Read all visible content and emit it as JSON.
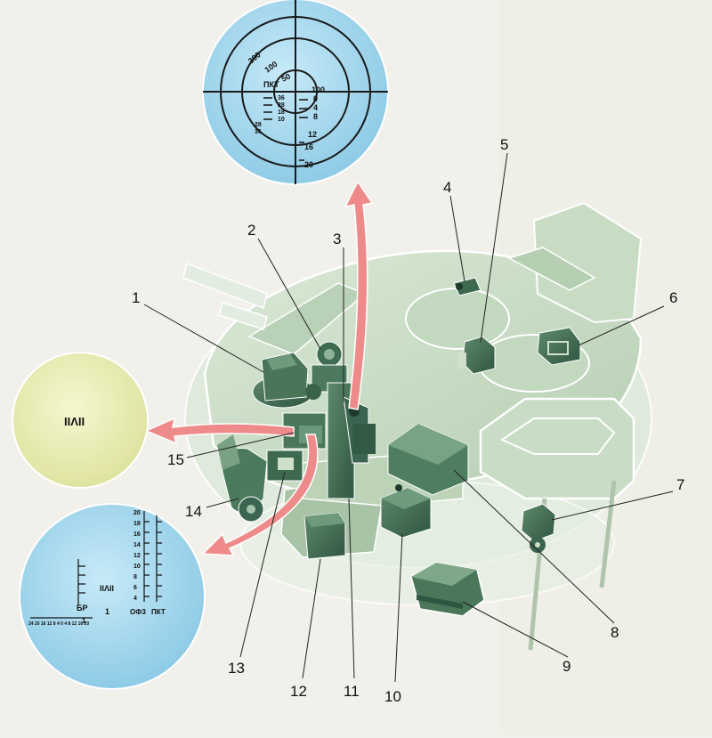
{
  "callouts": {
    "n1": "1",
    "n2": "2",
    "n3": "3",
    "n4": "4",
    "n5": "5",
    "n6": "6",
    "n7": "7",
    "n8": "8",
    "n9": "9",
    "n10": "10",
    "n11": "11",
    "n12": "12",
    "n13": "13",
    "n14": "14",
    "n15": "15"
  },
  "top_reticle": {
    "left_label": "ПКТ",
    "range_arc": [
      "300",
      "100",
      "50"
    ],
    "inner_marks": [
      "36",
      "28",
      "18",
      "10"
    ],
    "right_scale": [
      "100",
      "0",
      "4",
      "8",
      "12",
      "16",
      "20"
    ],
    "left_small": [
      "28",
      "36"
    ]
  },
  "middle_reticle": {
    "mark": "IIΛII"
  },
  "bottom_reticle": {
    "left_label": "БР",
    "left_number": "1",
    "mid_mark": "IIΛII",
    "mid_number": "1",
    "right_labels": [
      "ОФЗ",
      "ПКТ"
    ],
    "scale_digits": [
      "20",
      "18",
      "16",
      "14",
      "12",
      "10",
      "8",
      "6",
      "4"
    ],
    "bottom_row": "24 20 16 12 8 4 0 4 8 12 16 20"
  },
  "colors": {
    "scope_blue": "#a9d9ef",
    "scope_yellow": "#eef0b8",
    "arrow": "#ef8a8a",
    "turret_green": "#c8dcc4",
    "equipment_green": "#3d6a4f"
  }
}
